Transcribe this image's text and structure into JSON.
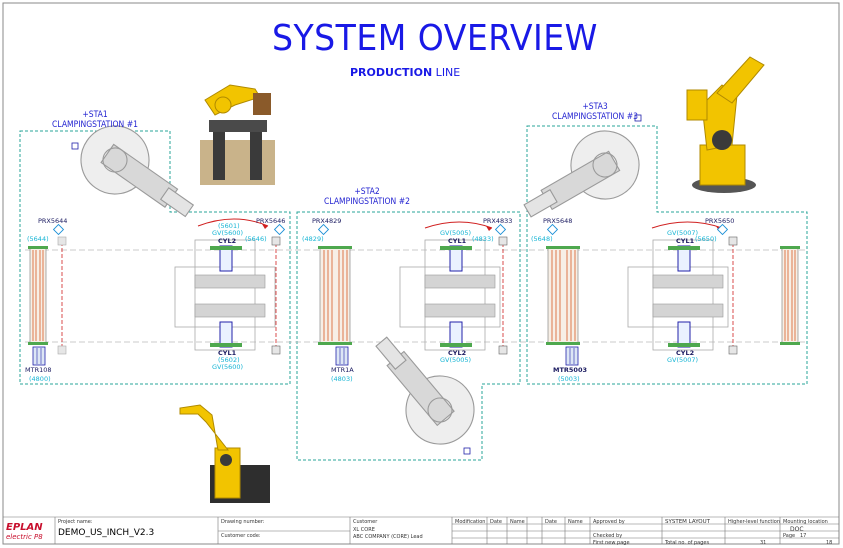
{
  "title": "SYSTEM OVERVIEW",
  "subtitle_bold": "PRODUCTION",
  "subtitle_rest": " LINE",
  "stations": [
    {
      "tag": "+STA1",
      "name": "CLAMPINGSTATION #1"
    },
    {
      "tag": "+STA2",
      "name": "CLAMPINGSTATION #2"
    },
    {
      "tag": "+STA3",
      "name": "CLAMPINGSTATION #3"
    }
  ],
  "sensors": {
    "prx5644": "PRX5644",
    "prx5644_sub": "(5644)",
    "prx5646": "PRX5646",
    "prx5646_sub": "(5646)",
    "prx4829": "PRX4829",
    "prx4829_sub": "(4829)",
    "prx4833": "PRX4833",
    "prx4833_sub": "(4833)",
    "prx5648": "PRX5648",
    "prx5648_sub": "(5648)",
    "prx5650": "PRX5650",
    "prx5650_sub": "(5650)"
  },
  "cylinders": {
    "s1_top": "CYL2",
    "s1_top_sub": "(5601)",
    "s1_top_sub2": "GV(5600)",
    "s1_bot": "CYL1",
    "s1_bot_sub": "(5602)",
    "s1_bot_sub2": "GV(5600)",
    "s2_top": "CYL1",
    "s2_top_sub": "GV(5005)",
    "s2_bot": "CYL2",
    "s2_bot_sub": "GV(5005)",
    "s3_top": "CYL1",
    "s3_top_sub": "GV(5007)",
    "s3_bot": "CYL2",
    "s3_bot_sub": "GV(5007)"
  },
  "motors": {
    "m1": "MTR108",
    "m1_sub": "(4800)",
    "m2": "MTR1A",
    "m2_sub": "(4803)",
    "m3": "MTR5003",
    "m3_sub": "(5003)"
  },
  "titleblock": {
    "logo_a": "EPLAN",
    "logo_b": "electric P8",
    "project_label": "Project name:",
    "project_value": "DEMO_US_INCH_V2.3",
    "drawing_label": "Drawing number:",
    "customer_label": "Customer code:",
    "customer_name_label": "Customer",
    "customer_l1": "XL CORE",
    "customer_l2": "ABC COMPANY (CORE) Lead",
    "mod_label": "Modification",
    "date_label": "Date",
    "name_label": "Name",
    "r1a": "Date",
    "r1b": "Name",
    "approved_label": "Approved by",
    "checked_label": "Checked by",
    "first_page_label": "First new page",
    "total_pages_label": "Total no. of pages",
    "system_layout": "SYSTEM LAYOUT",
    "function_label": "Higher-level function",
    "doc_label": "DOC",
    "mounting_label": "Mounting location",
    "page_label": "Page",
    "page_value": "17",
    "total_value": "31",
    "pages_value": "18"
  }
}
